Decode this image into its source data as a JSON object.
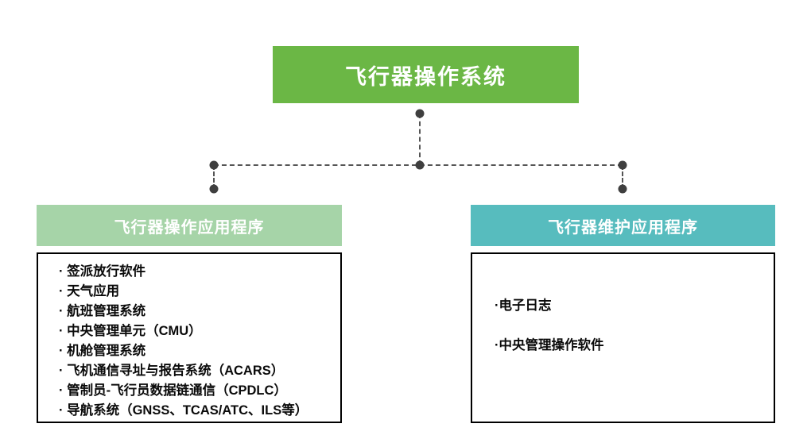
{
  "diagram": {
    "root": {
      "label": "飞行器操作系统",
      "color": "#6BB745",
      "text_color": "#FFFFFF"
    },
    "branches": [
      {
        "id": "aircraft-operations-applications",
        "header_label": "飞行器操作应用程序",
        "header_color": "#A6D4A8",
        "border_color": "#000000",
        "items": [
          "· 签派放行软件",
          "· 天气应用",
          "· 航班管理系统",
          "· 中央管理单元（CMU）",
          "· 机舱管理系统",
          "· 飞机通信寻址与报告系统（ACARS）",
          "· 管制员-飞行员数据链通信（CPDLC）",
          "· 导航系统（GNSS、TCAS/ATC、ILS等）"
        ]
      },
      {
        "id": "aircraft-maintenance-applications",
        "header_label": "飞行器维护应用程序",
        "header_color": "#57BCBE",
        "border_color": "#000000",
        "items": [
          "·电子日志",
          "·中央管理操作软件"
        ]
      }
    ],
    "connectors": {
      "line_color": "#555555",
      "dot_color": "#3F3F3F",
      "style": "dashed"
    }
  }
}
